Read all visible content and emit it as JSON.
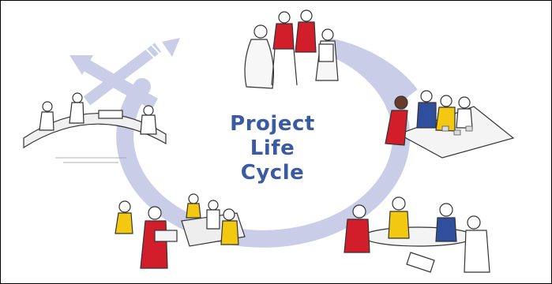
{
  "diagram": {
    "title_lines": [
      "Project",
      "Life",
      "Cycle"
    ],
    "colors": {
      "cycle": "#c9cde8",
      "title": "#3a5aa3",
      "ink": "#333333",
      "red": "#d21e2a",
      "yellow": "#f2c811",
      "blue": "#2f4f9e"
    },
    "stages": [
      {
        "name": "team-discussion",
        "icon": "group-of-people-talking"
      },
      {
        "name": "planning-at-table",
        "icon": "people-around-board"
      },
      {
        "name": "meeting-at-table",
        "icon": "people-seated-at-round-table"
      },
      {
        "name": "building-puzzle",
        "icon": "people-assembling-puzzle-pieces"
      },
      {
        "name": "bridge-crossing",
        "icon": "people-walking-on-puzzle-bridge"
      }
    ]
  }
}
